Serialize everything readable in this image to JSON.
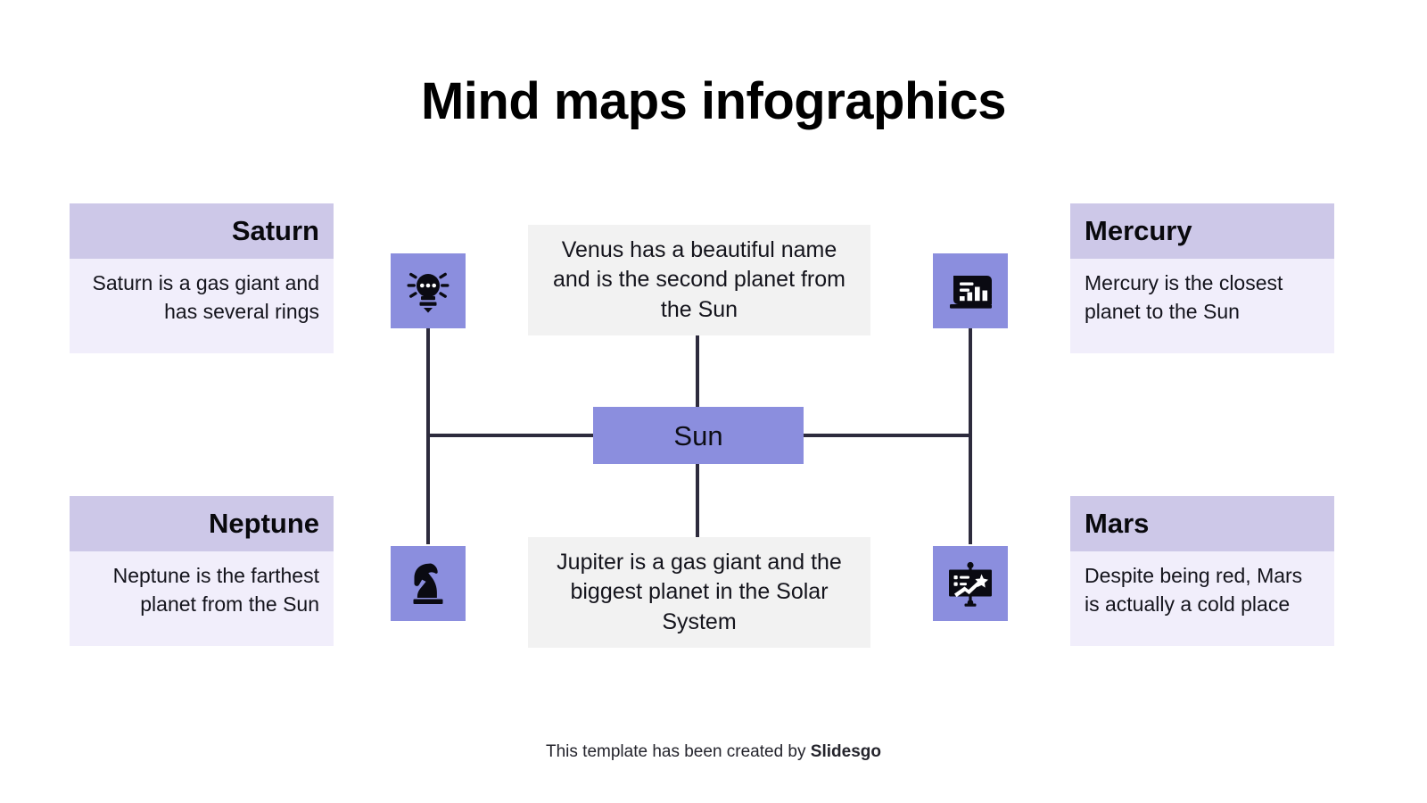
{
  "slide": {
    "title": "Mind maps infographics",
    "background_color": "#ffffff",
    "accent_color": "#8b8ede",
    "header_color": "#cdc8e8",
    "body_color": "#f1eefb",
    "line_color": "#2d2b3d",
    "neutral_box_color": "#f2f2f2"
  },
  "cards": {
    "saturn": {
      "title": "Saturn",
      "text": "Saturn is a gas giant and has several rings"
    },
    "neptune": {
      "title": "Neptune",
      "text": "Neptune is the farthest planet from the Sun"
    },
    "mercury": {
      "title": "Mercury",
      "text": "Mercury is the closest planet to the Sun"
    },
    "mars": {
      "title": "Mars",
      "text": "Despite being red, Mars is actually a cold place"
    }
  },
  "center": {
    "venus_text": "Venus has a beautiful name and is the second planet from the Sun",
    "jupiter_text": "Jupiter is a gas giant and the biggest planet in the Solar System",
    "sun_label": "Sun"
  },
  "icons": {
    "top_left": "lightbulb-idea-icon",
    "top_right": "bar-chart-presentation-icon",
    "bottom_left": "chess-knight-icon",
    "bottom_right": "strategy-board-icon"
  },
  "footer": {
    "prefix": "This template has been created by ",
    "brand": "Slidesgo"
  }
}
